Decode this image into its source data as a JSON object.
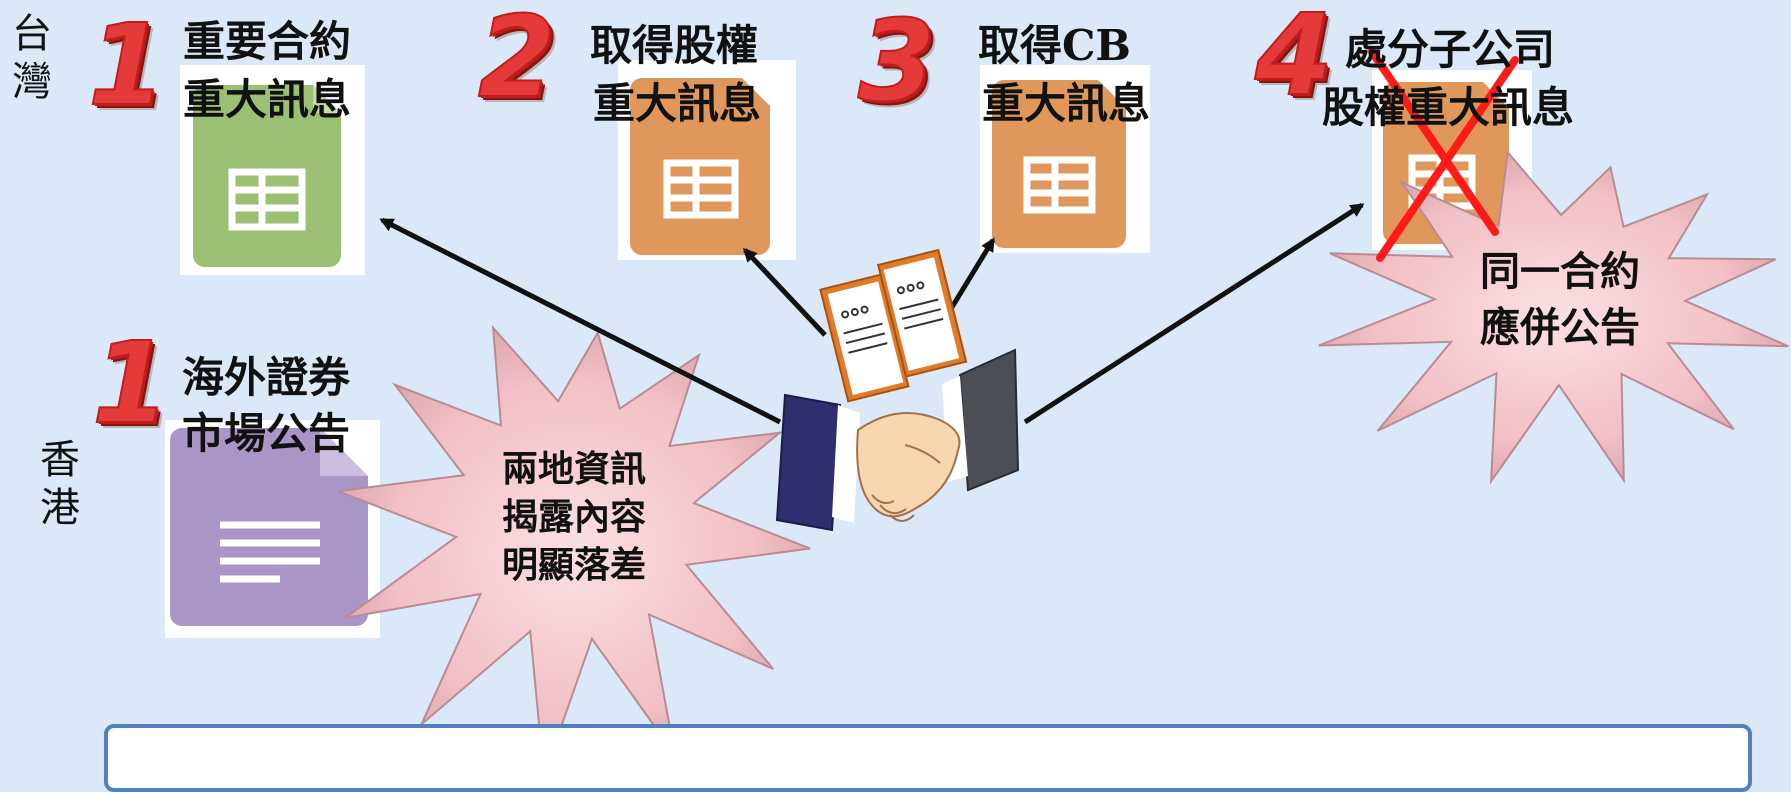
{
  "regions": {
    "taiwan": "台灣",
    "hongkong": "香港"
  },
  "items": [
    {
      "number": "1",
      "line1": "重要合約",
      "line2": "重大訊息",
      "doc_color": "#9bbf73"
    },
    {
      "number": "2",
      "line1": "取得股權",
      "line2": "重大訊息",
      "doc_color": "#e0975c"
    },
    {
      "number": "3",
      "line1": "取得CB",
      "line2": "重大訊息",
      "doc_color": "#e0975c"
    },
    {
      "number": "4",
      "line1": "處分子公司",
      "line2": "股權重大訊息",
      "doc_color": "#e0975c"
    }
  ],
  "hk_item": {
    "number": "1",
    "line1": "海外證券",
    "line2": "市場公告",
    "doc_color": "#a996c6"
  },
  "bursts": {
    "gap": {
      "line1": "兩地資訊",
      "line2": "揭露內容",
      "line3": "明顯落差"
    },
    "combine": {
      "line1": "同一合約",
      "line2": "應併公告"
    }
  },
  "icons": {
    "spreadsheet": "spreadsheet-doc-icon",
    "textdoc": "text-doc-icon",
    "handshake": "handshake-contract-icon"
  },
  "colors": {
    "background": "#dae8f7",
    "number_red": "#e53a3a",
    "burst_fill": "#f4c3c8",
    "cross_red": "#ff1a1a",
    "box_border": "#4f81bd"
  }
}
